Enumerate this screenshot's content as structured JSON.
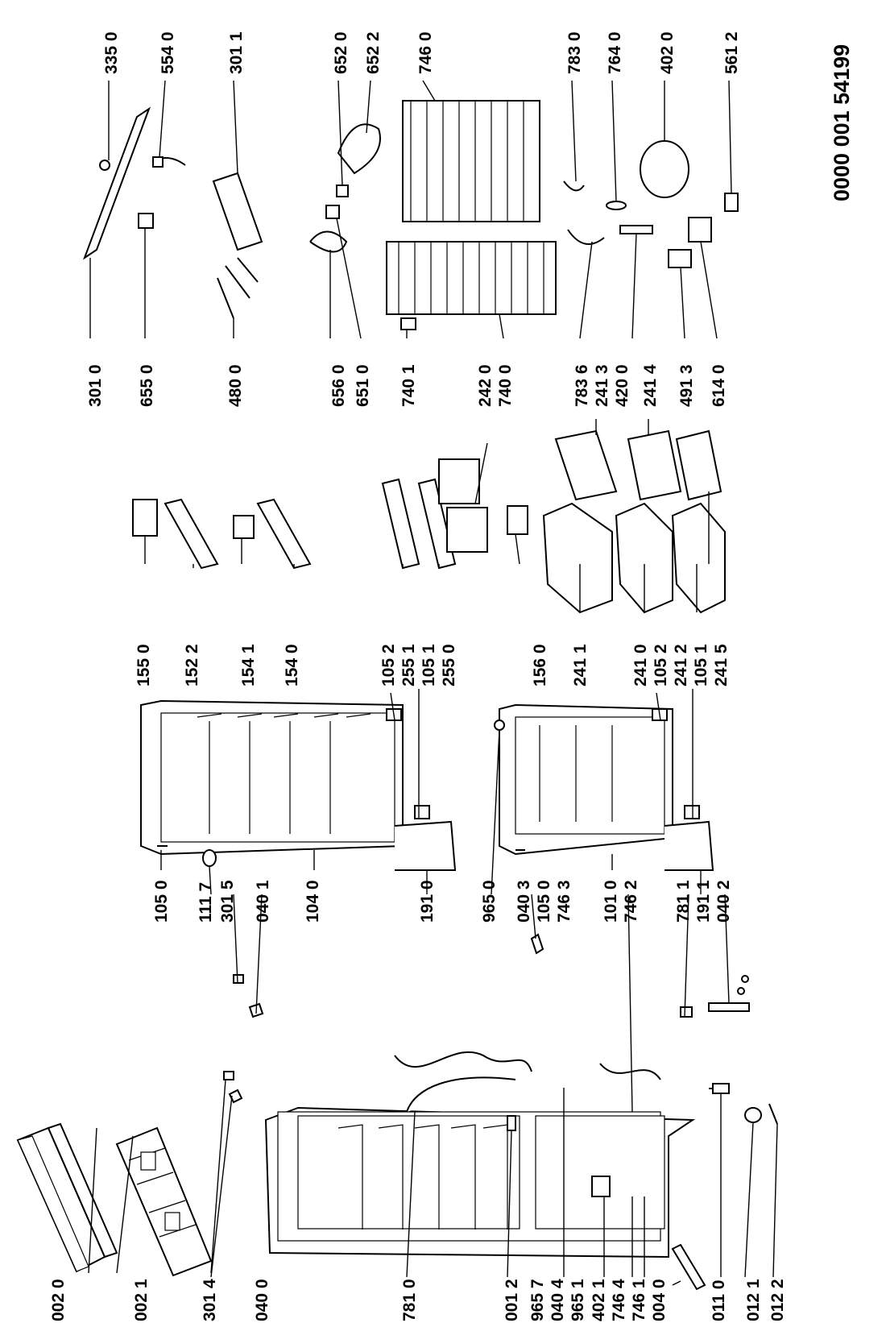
{
  "document_number": "0000 001 54199",
  "parts": [
    {
      "id": "p0020",
      "code": "002 0"
    },
    {
      "id": "p0021",
      "code": "002 1"
    },
    {
      "id": "p3014",
      "code": "301 4"
    },
    {
      "id": "p0400",
      "code": "040 0"
    },
    {
      "id": "p7810",
      "code": "781 0"
    },
    {
      "id": "p0012",
      "code": "001 2"
    },
    {
      "id": "p9657",
      "code": "965 7"
    },
    {
      "id": "p0404",
      "code": "040 4"
    },
    {
      "id": "p9651",
      "code": "965 1"
    },
    {
      "id": "p4021",
      "code": "402 1"
    },
    {
      "id": "p7464",
      "code": "746 4"
    },
    {
      "id": "p7461",
      "code": "746 1"
    },
    {
      "id": "p0040",
      "code": "004 0"
    },
    {
      "id": "p0110",
      "code": "011 0"
    },
    {
      "id": "p0121",
      "code": "012 1"
    },
    {
      "id": "p0122",
      "code": "012 2"
    },
    {
      "id": "p1050a",
      "code": "105 0"
    },
    {
      "id": "p1117",
      "code": "111 7"
    },
    {
      "id": "p3015",
      "code": "301 5"
    },
    {
      "id": "p0401",
      "code": "040 1"
    },
    {
      "id": "p1040",
      "code": "104 0"
    },
    {
      "id": "p1910",
      "code": "191 0"
    },
    {
      "id": "p9650",
      "code": "965 0"
    },
    {
      "id": "p0403",
      "code": "040 3"
    },
    {
      "id": "p1050b",
      "code": "105 0"
    },
    {
      "id": "p7463",
      "code": "746 3"
    },
    {
      "id": "p1010",
      "code": "101 0"
    },
    {
      "id": "p7462",
      "code": "746 2"
    },
    {
      "id": "p7811",
      "code": "781 1"
    },
    {
      "id": "p1911",
      "code": "191 1"
    },
    {
      "id": "p0402",
      "code": "040 2"
    },
    {
      "id": "p1052a",
      "code": "105 2"
    },
    {
      "id": "p2551",
      "code": "255 1"
    },
    {
      "id": "p1051a",
      "code": "105 1"
    },
    {
      "id": "p2550",
      "code": "255 0"
    },
    {
      "id": "p1560",
      "code": "156 0"
    },
    {
      "id": "p2411",
      "code": "241 1"
    },
    {
      "id": "p2410",
      "code": "241 0"
    },
    {
      "id": "p1052b",
      "code": "105 2"
    },
    {
      "id": "p2412",
      "code": "241 2"
    },
    {
      "id": "p1051b",
      "code": "105 1"
    },
    {
      "id": "p2415",
      "code": "241 5"
    },
    {
      "id": "p1550",
      "code": "155 0"
    },
    {
      "id": "p1522",
      "code": "152 2"
    },
    {
      "id": "p1541",
      "code": "154 1"
    },
    {
      "id": "p1540",
      "code": "154 0"
    },
    {
      "id": "p3010",
      "code": "301 0"
    },
    {
      "id": "p6550",
      "code": "655 0"
    },
    {
      "id": "p4800",
      "code": "480 0"
    },
    {
      "id": "p6560",
      "code": "656 0"
    },
    {
      "id": "p6510",
      "code": "651 0"
    },
    {
      "id": "p7401",
      "code": "740 1"
    },
    {
      "id": "p2420",
      "code": "242 0"
    },
    {
      "id": "p7400",
      "code": "740 0"
    },
    {
      "id": "p7836",
      "code": "783 6"
    },
    {
      "id": "p2413",
      "code": "241 3"
    },
    {
      "id": "p4200",
      "code": "420 0"
    },
    {
      "id": "p2414",
      "code": "241 4"
    },
    {
      "id": "p4913",
      "code": "491 3"
    },
    {
      "id": "p6140",
      "code": "614 0"
    },
    {
      "id": "p3350",
      "code": "335 0"
    },
    {
      "id": "p5540",
      "code": "554 0"
    },
    {
      "id": "p3011",
      "code": "301 1"
    },
    {
      "id": "p6520",
      "code": "652 0"
    },
    {
      "id": "p6522",
      "code": "652 2"
    },
    {
      "id": "p7460",
      "code": "746 0"
    },
    {
      "id": "p7830",
      "code": "783 0"
    },
    {
      "id": "p7640",
      "code": "764 0"
    },
    {
      "id": "p4020",
      "code": "402 0"
    },
    {
      "id": "p5612",
      "code": "561 2"
    }
  ]
}
